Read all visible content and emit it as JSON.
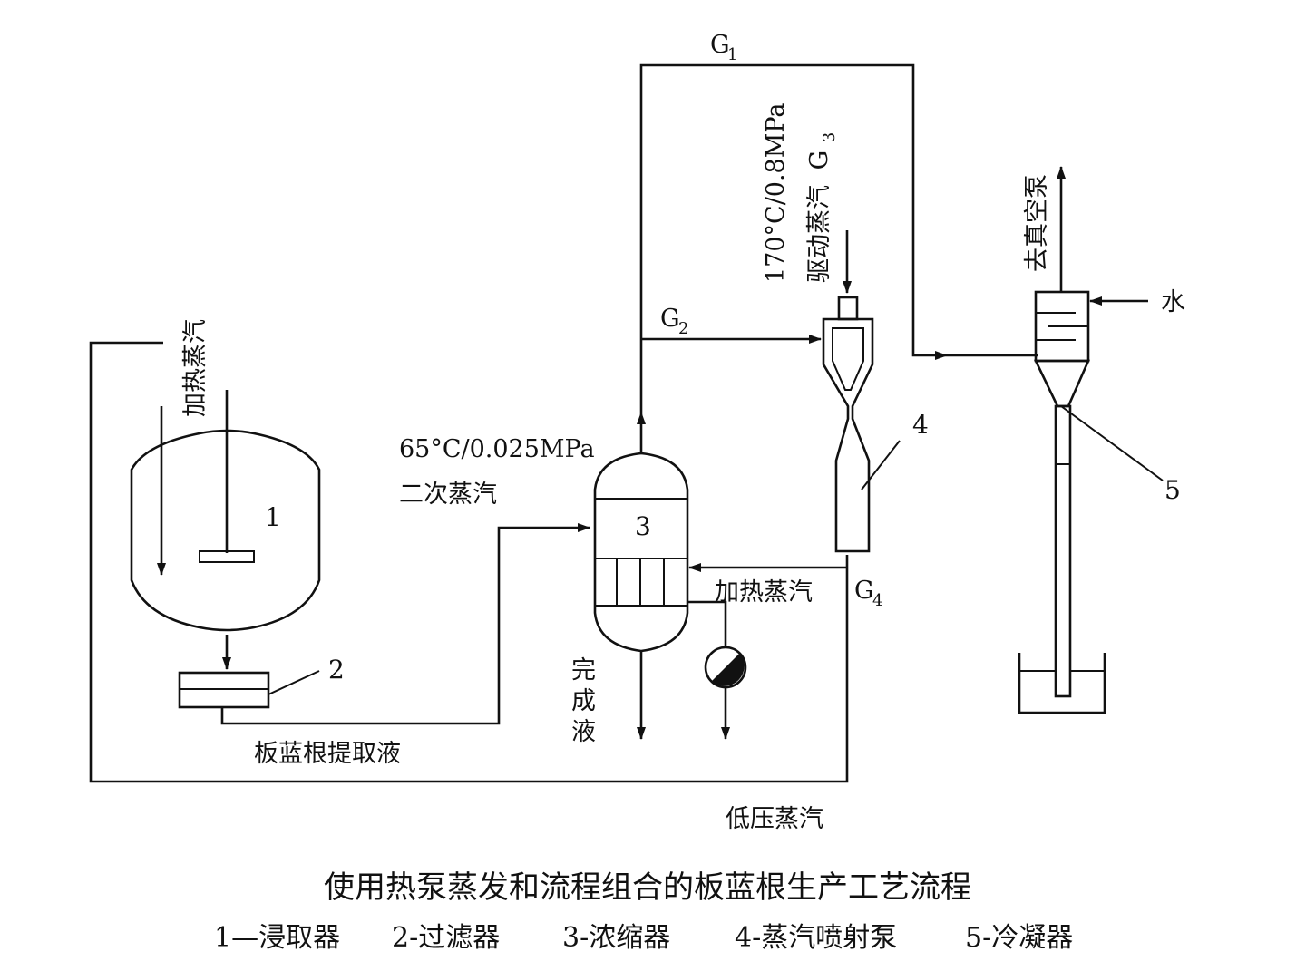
{
  "diagram": {
    "labels": {
      "heating_steam_left": "加热蒸汽",
      "secondary_steam_cond": "65°C/0.025MPa",
      "secondary_steam": "二次蒸汽",
      "extract_liquid": "板蓝根提取液",
      "finished_liquid": "完成液",
      "heating_steam_right": "加热蒸汽",
      "low_pressure_steam": "低压蒸汽",
      "drive_steam_cond": "170°C/0.8MPa",
      "drive_steam": "驱动蒸汽",
      "vacuum_pump": "去真空泵",
      "water": "水",
      "g1": "G",
      "g1_sub": "1",
      "g2": "G",
      "g2_sub": "2",
      "g3": "G",
      "g3_sub": "3",
      "g4": "G",
      "g4_sub": "4"
    },
    "numbers": {
      "n1": "1",
      "n2": "2",
      "n3": "3",
      "n4": "4",
      "n5": "5"
    }
  },
  "caption": {
    "title": "使用热泵蒸发和流程组合的板蓝根生产工艺流程",
    "legend": [
      "1—浸取器",
      "2-过滤器",
      "3-浓缩器",
      "4-蒸汽喷射泵",
      "5-冷凝器"
    ]
  }
}
